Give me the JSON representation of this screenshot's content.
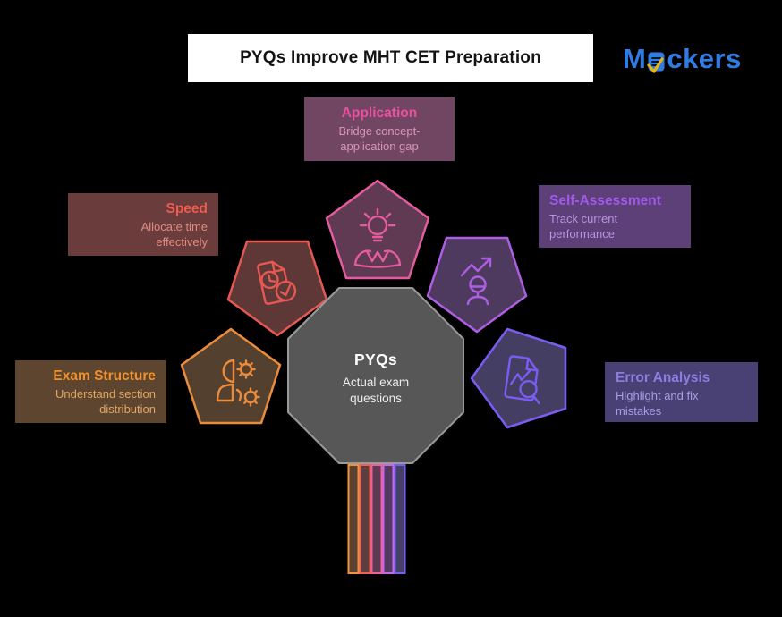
{
  "header": {
    "title": "PYQs Improve MHT CET Preparation",
    "brand": {
      "name": "Mockers",
      "prefix": "M",
      "suffix": "ckers",
      "color": "#2f7de4",
      "check_color": "#eab311"
    }
  },
  "center": {
    "title": "PYQs",
    "subtitle": "Actual exam\nquestions"
  },
  "nodes": [
    {
      "id": "application",
      "title": "Application",
      "description": "Bridge concept-\napplication gap",
      "bg": "#714663",
      "accent": "#e9509f",
      "desc_color": "#d995bd",
      "shape_color": "#e35c9f",
      "icon": "idea-hands-icon"
    },
    {
      "id": "speed",
      "title": "Speed",
      "description": "Allocate time\neffectively",
      "bg": "#6a3c3b",
      "accent": "#ef5a51",
      "desc_color": "#e18b84",
      "shape_color": "#e65852",
      "icon": "time-check-document-icon"
    },
    {
      "id": "self-assessment",
      "title": "Self-Assessment",
      "description": "Track current\nperformance",
      "bg": "#5c4077",
      "accent": "#a159ea",
      "desc_color": "#bd92de",
      "shape_color": "#ad5ee3",
      "icon": "growth-person-icon"
    },
    {
      "id": "exam-structure",
      "title": "Exam Structure",
      "description": "Understand section\ndistribution",
      "bg": "#5e452f",
      "accent": "#f0912e",
      "desc_color": "#e2a761",
      "shape_color": "#eb8c3c",
      "icon": "person-gears-icon"
    },
    {
      "id": "error-analysis",
      "title": "Error Analysis",
      "description": "Highlight and fix\nmistakes",
      "bg": "#494073",
      "accent": "#8d7ce2",
      "desc_color": "#aa9ce6",
      "shape_color": "#7a5cf2",
      "icon": "error-search-document-icon"
    }
  ]
}
